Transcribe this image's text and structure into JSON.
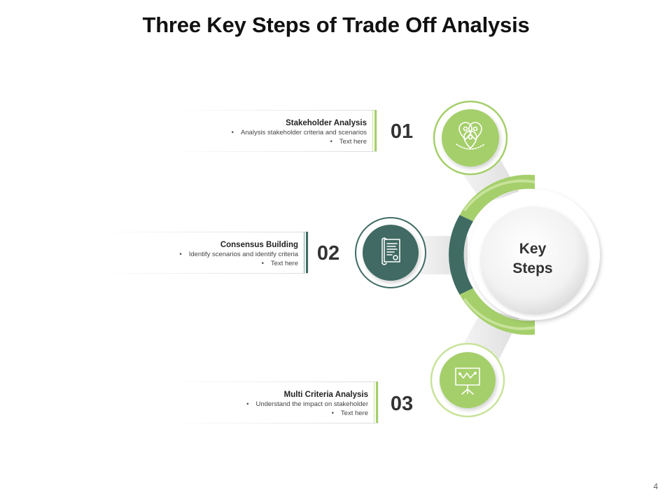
{
  "title": "Three Key Steps of Trade Off Analysis",
  "page_number": "4",
  "hub": {
    "line1": "Key",
    "line2": "Steps"
  },
  "colors": {
    "light_green": "#a5cf6b",
    "pale_green": "#c8e39b",
    "dark_teal": "#3f6b63"
  },
  "steps": [
    {
      "number": "01",
      "title": "Stakeholder Analysis",
      "bullets": [
        "Analysis stakeholder criteria  and scenarios",
        "Text here"
      ],
      "icon": "stakeholder-pins-icon",
      "color": "#a5cf6b"
    },
    {
      "number": "02",
      "title": "Consensus  Building",
      "bullets": [
        "Identify scenarios and identify criteria",
        "Text here"
      ],
      "icon": "document-scroll-icon",
      "color": "#3f6b63"
    },
    {
      "number": "03",
      "title": "Multi Criteria Analysis",
      "bullets": [
        "Understand the impact  on stakeholder",
        "Text here"
      ],
      "icon": "presentation-board-icon",
      "color": "#a5cf6b"
    }
  ]
}
